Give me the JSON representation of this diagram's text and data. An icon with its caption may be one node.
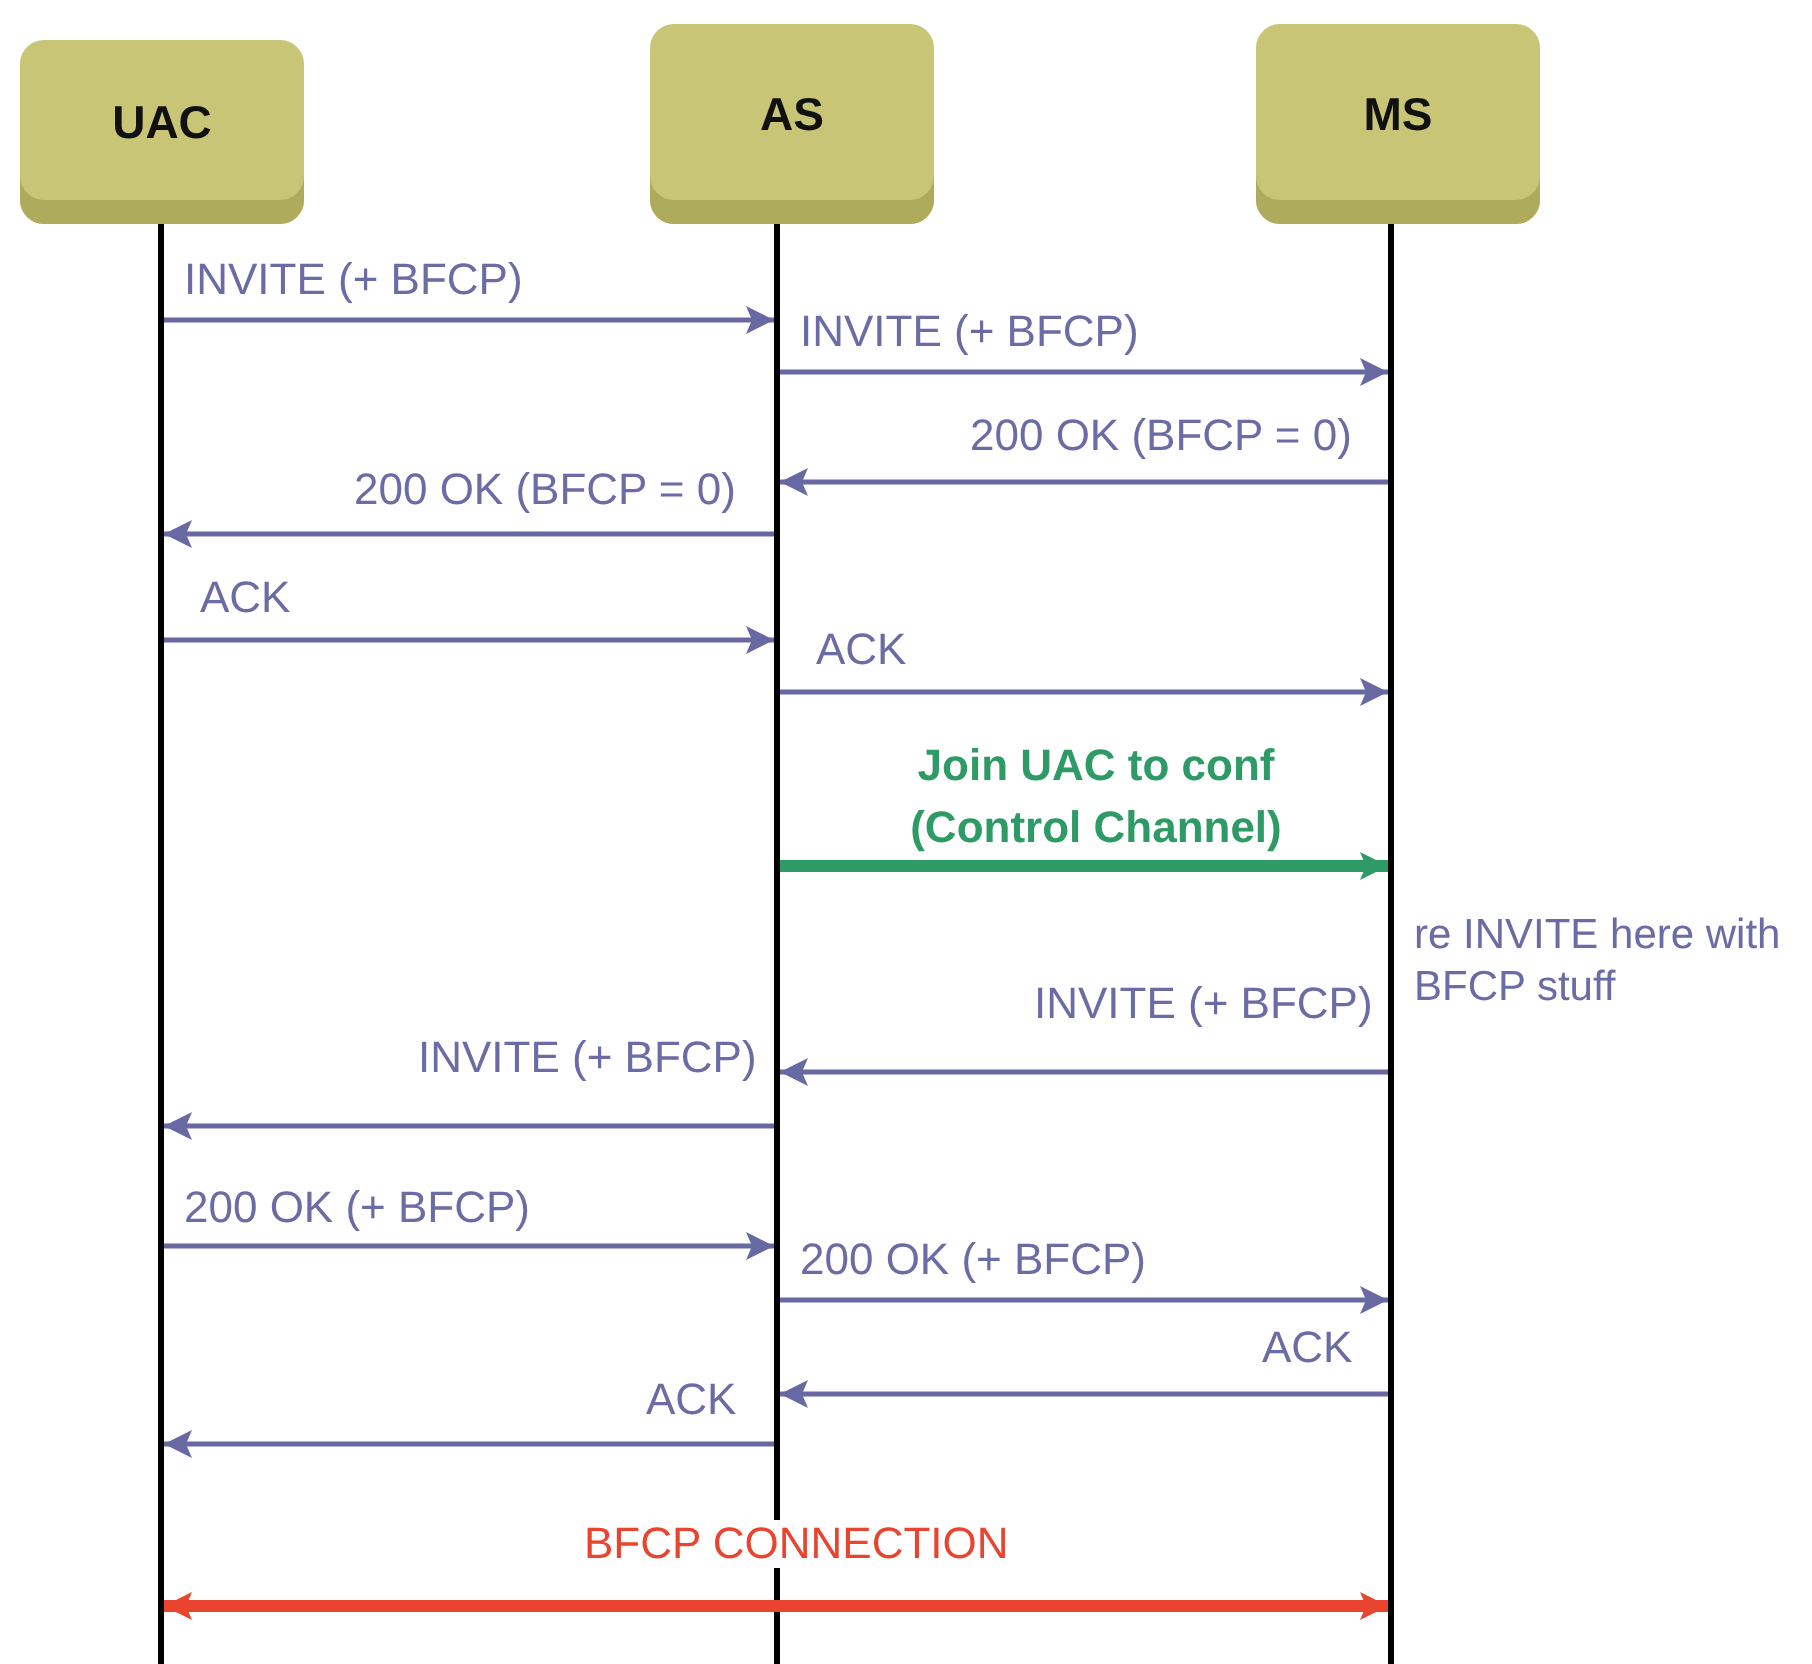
{
  "diagram": {
    "nodes": [
      {
        "text": [
          "UAC"
        ]
      },
      {
        "text": [
          "AS"
        ]
      },
      {
        "text": [
          "MS"
        ]
      },
      {
        "text": [],
        "shape": "bar"
      },
      {
        "text": [],
        "shape": "bar"
      },
      {
        "text": [],
        "shape": "bar"
      }
    ],
    "edges": [
      {
        "from": 3,
        "to": 4,
        "arrow": "to",
        "label": "INVITE (+ BFCP)"
      },
      {
        "from": 4,
        "to": 5,
        "arrow": "to",
        "label": "INVITE (+ BFCP)"
      },
      {
        "from": 5,
        "to": 4,
        "arrow": "to",
        "label": "200 OK (BFCP = 0)"
      },
      {
        "from": 4,
        "to": 3,
        "arrow": "to",
        "label": "200 OK (BFCP = 0)"
      },
      {
        "from": 3,
        "to": 4,
        "arrow": "to",
        "label": "ACK"
      },
      {
        "from": 4,
        "to": 5,
        "arrow": "to",
        "label": "ACK"
      },
      {
        "from": 4,
        "to": 5,
        "arrow": "to",
        "label": "Join UAC to conf (Control Channel)",
        "style": "thick",
        "color": "#2e9a66"
      },
      {
        "from": 5,
        "to": 4,
        "arrow": "to",
        "label": "INVITE (+ BFCP)"
      },
      {
        "from": 4,
        "to": 3,
        "arrow": "to",
        "label": "INVITE (+ BFCP)"
      },
      {
        "from": 3,
        "to": 4,
        "arrow": "to",
        "label": "200 OK (+ BFCP)"
      },
      {
        "from": 4,
        "to": 5,
        "arrow": "to",
        "label": "200 OK (+ BFCP)"
      },
      {
        "from": 5,
        "to": 4,
        "arrow": "to",
        "label": "ACK"
      },
      {
        "from": 4,
        "to": 3,
        "arrow": "to",
        "label": "ACK"
      },
      {
        "from": 3,
        "to": 5,
        "arrow": "both",
        "label": "BFCP CONNECTION",
        "style": "thick",
        "color": "#e8442e"
      }
    ],
    "labels": [
      "re INVITE here with BFCP stuff"
    ]
  }
}
